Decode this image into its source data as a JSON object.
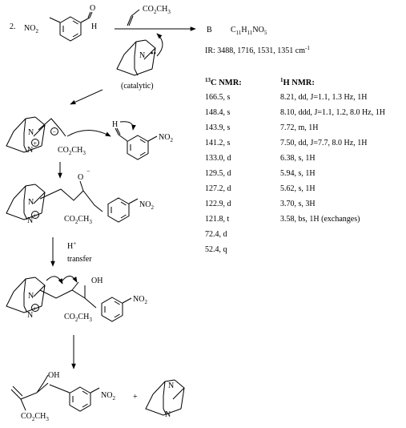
{
  "problem": {
    "number": "2.",
    "compound_label": "B",
    "formula_main": "C",
    "formula_c": "11",
    "formula_h_letter": "H",
    "formula_h": "11",
    "formula_rest": "NO",
    "formula_o": "5",
    "ir": "IR: 3488, 1716, 1531, 1351 cm",
    "ir_sup": "-1",
    "catalytic": "(catalytic)",
    "transfer_h": "H",
    "transfer_plus": "+",
    "transfer": "transfer",
    "plus": "+"
  },
  "atoms": {
    "H": "H",
    "OH": "OH",
    "O": "O",
    "N": "N",
    "NO2": "NO",
    "NO2_sub": "2",
    "co2ch3": "CO",
    "co2ch3_sub": "2",
    "co2ch3_end": "CH",
    "co2ch3_sub2": "3",
    "plus_charge": "+",
    "minus_charge": "−",
    "dots": "••"
  },
  "c13": {
    "header_sup": "13",
    "header": "C NMR:",
    "rows": [
      "166.5, s",
      "148.4, s",
      "143.9, s",
      "141.2, s",
      "133.0, d",
      "129.5, d",
      "127.2, d",
      "122.9, d",
      "121.8, t",
      "72.4, d",
      "52.4, q"
    ]
  },
  "h1": {
    "header_sup": "1",
    "header": "H NMR:",
    "rows": [
      "8.21, dd, J=1.1, 1.3 Hz, 1H",
      "8.10, ddd, J=1.1, 1.2, 8.0 Hz, 1H",
      "7.72, m, 1H",
      "7.50, dd, J=7.7, 8.0 Hz, 1H",
      "6.38, s, 1H",
      "5.94, s, 1H",
      "5.62, s, 1H",
      "3.70, s, 3H",
      "3.58, bs, 1H (exchanges)"
    ]
  }
}
